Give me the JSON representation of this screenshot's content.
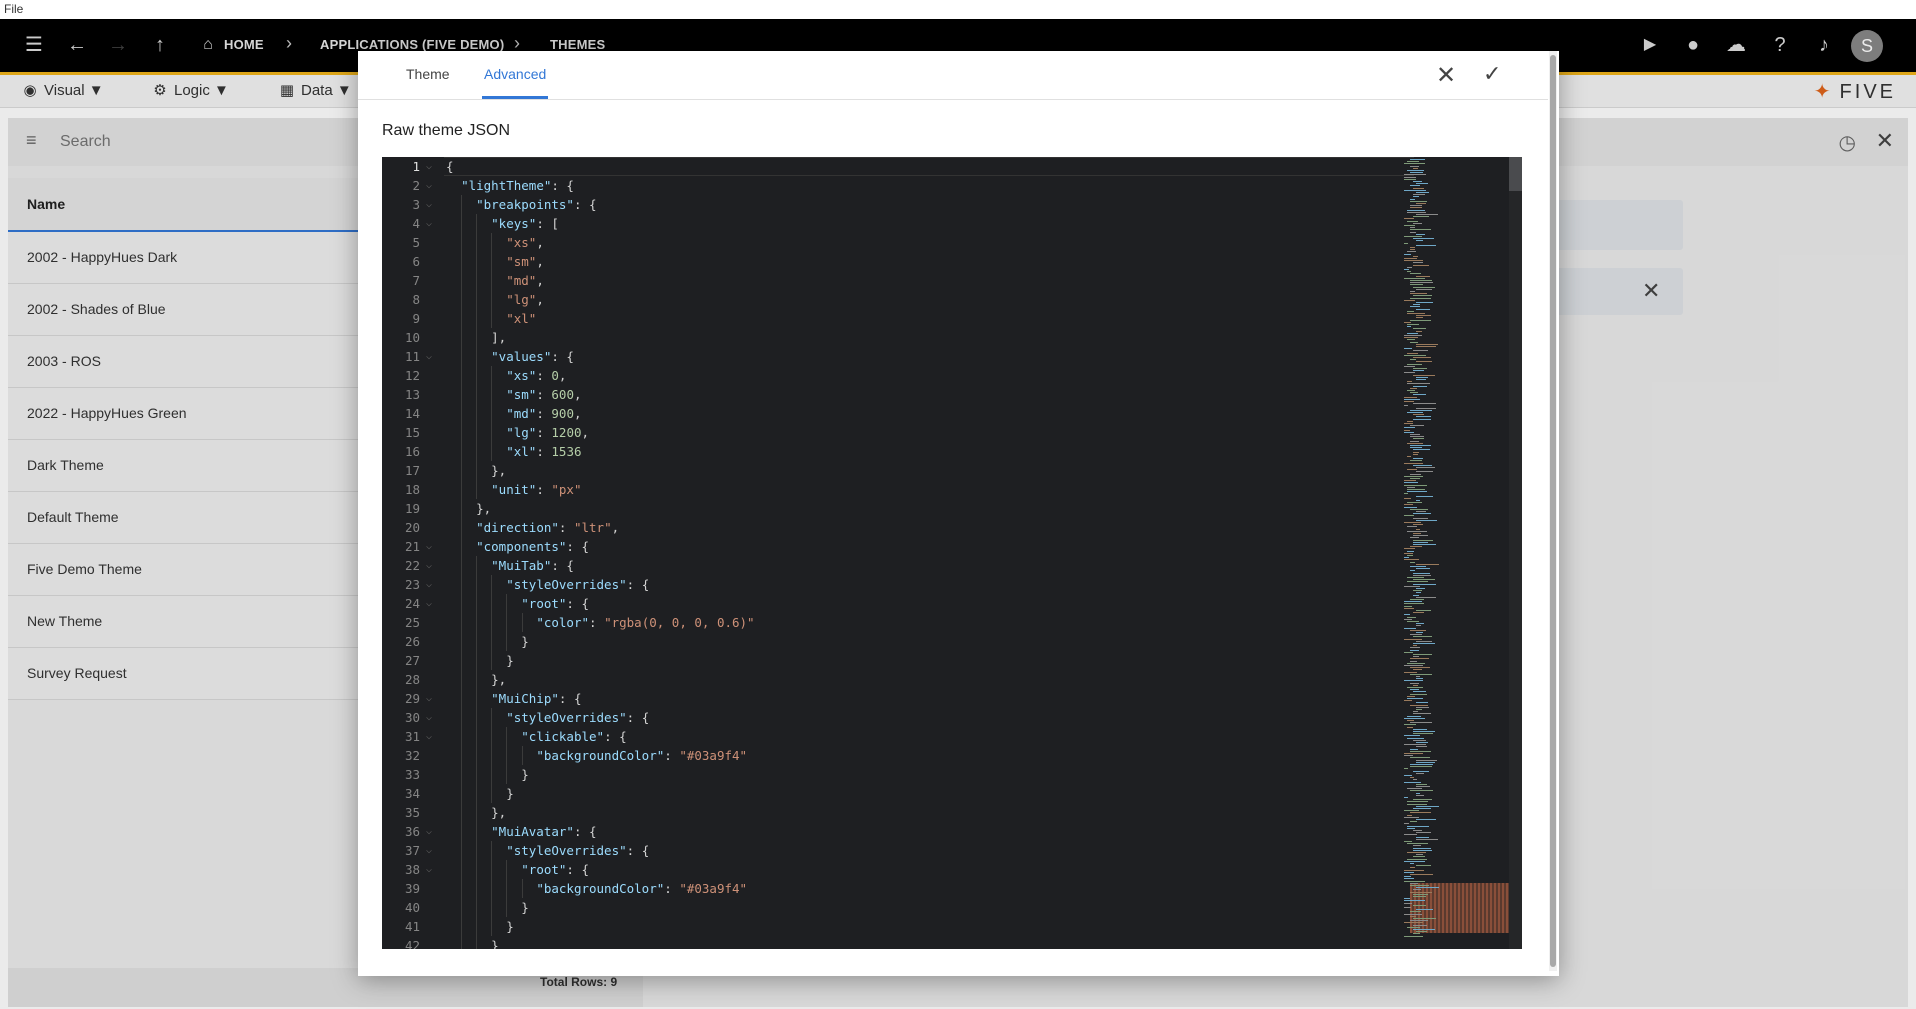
{
  "os_menu": {
    "file": "File"
  },
  "appbar": {
    "breadcrumbs": {
      "home": "HOME",
      "applications": "APPLICATIONS (FIVE DEMO)",
      "themes": "THEMES"
    },
    "avatar_initial": "S"
  },
  "toolbar": {
    "visual": "Visual ▼",
    "logic": "Logic ▼",
    "data": "Data ▼",
    "brand": "FIVE"
  },
  "search": {
    "placeholder": "Search"
  },
  "list": {
    "header": "Name",
    "rows": [
      "2002 - HappyHues Dark",
      "2002 - Shades of Blue",
      "2003 - ROS",
      "2022 - HappyHues Green",
      "Dark Theme",
      "Default Theme",
      "Five Demo Theme",
      "New Theme",
      "Survey Request"
    ],
    "total_rows": "Total Rows: 9"
  },
  "dialog": {
    "tabs": [
      {
        "label": "Theme",
        "active": false
      },
      {
        "label": "Advanced",
        "active": true
      }
    ],
    "field_label": "Raw theme JSON",
    "code_lines": [
      [
        [
          "p",
          "{"
        ]
      ],
      [
        [
          "p",
          "  "
        ],
        [
          "k",
          "\"lightTheme\""
        ],
        [
          "p",
          ": {"
        ]
      ],
      [
        [
          "p",
          "    "
        ],
        [
          "k",
          "\"breakpoints\""
        ],
        [
          "p",
          ": {"
        ]
      ],
      [
        [
          "p",
          "      "
        ],
        [
          "k",
          "\"keys\""
        ],
        [
          "p",
          ": ["
        ]
      ],
      [
        [
          "p",
          "        "
        ],
        [
          "s",
          "\"xs\""
        ],
        [
          "p",
          ","
        ]
      ],
      [
        [
          "p",
          "        "
        ],
        [
          "s",
          "\"sm\""
        ],
        [
          "p",
          ","
        ]
      ],
      [
        [
          "p",
          "        "
        ],
        [
          "s",
          "\"md\""
        ],
        [
          "p",
          ","
        ]
      ],
      [
        [
          "p",
          "        "
        ],
        [
          "s",
          "\"lg\""
        ],
        [
          "p",
          ","
        ]
      ],
      [
        [
          "p",
          "        "
        ],
        [
          "s",
          "\"xl\""
        ]
      ],
      [
        [
          "p",
          "      ],"
        ]
      ],
      [
        [
          "p",
          "      "
        ],
        [
          "k",
          "\"values\""
        ],
        [
          "p",
          ": {"
        ]
      ],
      [
        [
          "p",
          "        "
        ],
        [
          "k",
          "\"xs\""
        ],
        [
          "p",
          ": "
        ],
        [
          "n",
          "0"
        ],
        [
          "p",
          ","
        ]
      ],
      [
        [
          "p",
          "        "
        ],
        [
          "k",
          "\"sm\""
        ],
        [
          "p",
          ": "
        ],
        [
          "n",
          "600"
        ],
        [
          "p",
          ","
        ]
      ],
      [
        [
          "p",
          "        "
        ],
        [
          "k",
          "\"md\""
        ],
        [
          "p",
          ": "
        ],
        [
          "n",
          "900"
        ],
        [
          "p",
          ","
        ]
      ],
      [
        [
          "p",
          "        "
        ],
        [
          "k",
          "\"lg\""
        ],
        [
          "p",
          ": "
        ],
        [
          "n",
          "1200"
        ],
        [
          "p",
          ","
        ]
      ],
      [
        [
          "p",
          "        "
        ],
        [
          "k",
          "\"xl\""
        ],
        [
          "p",
          ": "
        ],
        [
          "n",
          "1536"
        ]
      ],
      [
        [
          "p",
          "      },"
        ]
      ],
      [
        [
          "p",
          "      "
        ],
        [
          "k",
          "\"unit\""
        ],
        [
          "p",
          ": "
        ],
        [
          "s",
          "\"px\""
        ]
      ],
      [
        [
          "p",
          "    },"
        ]
      ],
      [
        [
          "p",
          "    "
        ],
        [
          "k",
          "\"direction\""
        ],
        [
          "p",
          ": "
        ],
        [
          "s",
          "\"ltr\""
        ],
        [
          "p",
          ","
        ]
      ],
      [
        [
          "p",
          "    "
        ],
        [
          "k",
          "\"components\""
        ],
        [
          "p",
          ": {"
        ]
      ],
      [
        [
          "p",
          "      "
        ],
        [
          "k",
          "\"MuiTab\""
        ],
        [
          "p",
          ": {"
        ]
      ],
      [
        [
          "p",
          "        "
        ],
        [
          "k",
          "\"styleOverrides\""
        ],
        [
          "p",
          ": {"
        ]
      ],
      [
        [
          "p",
          "          "
        ],
        [
          "k",
          "\"root\""
        ],
        [
          "p",
          ": {"
        ]
      ],
      [
        [
          "p",
          "            "
        ],
        [
          "k",
          "\"color\""
        ],
        [
          "p",
          ": "
        ],
        [
          "s",
          "\"rgba(0, 0, 0, 0.6)\""
        ]
      ],
      [
        [
          "p",
          "          }"
        ]
      ],
      [
        [
          "p",
          "        }"
        ]
      ],
      [
        [
          "p",
          "      },"
        ]
      ],
      [
        [
          "p",
          "      "
        ],
        [
          "k",
          "\"MuiChip\""
        ],
        [
          "p",
          ": {"
        ]
      ],
      [
        [
          "p",
          "        "
        ],
        [
          "k",
          "\"styleOverrides\""
        ],
        [
          "p",
          ": {"
        ]
      ],
      [
        [
          "p",
          "          "
        ],
        [
          "k",
          "\"clickable\""
        ],
        [
          "p",
          ": {"
        ]
      ],
      [
        [
          "p",
          "            "
        ],
        [
          "k",
          "\"backgroundColor\""
        ],
        [
          "p",
          ": "
        ],
        [
          "s",
          "\"#03a9f4\""
        ]
      ],
      [
        [
          "p",
          "          }"
        ]
      ],
      [
        [
          "p",
          "        }"
        ]
      ],
      [
        [
          "p",
          "      },"
        ]
      ],
      [
        [
          "p",
          "      "
        ],
        [
          "k",
          "\"MuiAvatar\""
        ],
        [
          "p",
          ": {"
        ]
      ],
      [
        [
          "p",
          "        "
        ],
        [
          "k",
          "\"styleOverrides\""
        ],
        [
          "p",
          ": {"
        ]
      ],
      [
        [
          "p",
          "          "
        ],
        [
          "k",
          "\"root\""
        ],
        [
          "p",
          ": {"
        ]
      ],
      [
        [
          "p",
          "            "
        ],
        [
          "k",
          "\"backgroundColor\""
        ],
        [
          "p",
          ": "
        ],
        [
          "s",
          "\"#03a9f4\""
        ]
      ],
      [
        [
          "p",
          "          }"
        ]
      ],
      [
        [
          "p",
          "        }"
        ]
      ],
      [
        [
          "p",
          "      }"
        ]
      ]
    ],
    "fold_lines": [
      1,
      2,
      3,
      4,
      11,
      21,
      22,
      23,
      24,
      29,
      30,
      31,
      36,
      37,
      38
    ]
  },
  "colors": {
    "accent": "#3277d6",
    "appbar_accent": "#f1b51c",
    "editor_bg": "#1e1f22",
    "key": "#9cdcfe",
    "string": "#ce9178",
    "number": "#b5cea8"
  }
}
